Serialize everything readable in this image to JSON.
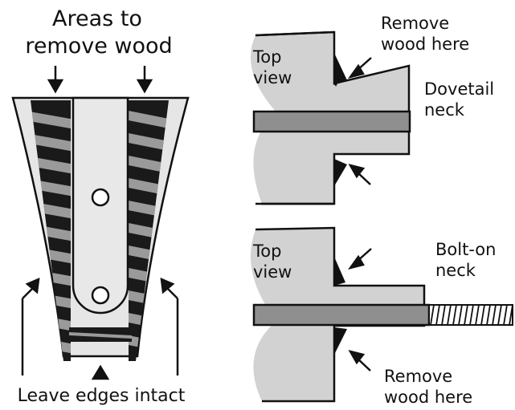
{
  "left_panel": {
    "title_line1": "Areas to",
    "title_line2": "remove wood",
    "bottom_caption": "Leave edges intact"
  },
  "top_right_panel": {
    "view_line1": "Top",
    "view_line2": "view",
    "remove_line1": "Remove",
    "remove_line2": "wood here",
    "neck_line1": "Dovetail",
    "neck_line2": "neck"
  },
  "bottom_right_panel": {
    "view_line1": "Top",
    "view_line2": "view",
    "neck_line1": "Bolt-on",
    "neck_line2": "neck",
    "remove_line1": "Remove",
    "remove_line2": "wood here"
  },
  "colors": {
    "body_fill": "#d2d2d2",
    "neck_fill": "#e8e8e8",
    "rod_fill": "#8f8f8f",
    "stripe_dark": "#1a1a1a",
    "stripe_light": "#9a9a9a"
  }
}
